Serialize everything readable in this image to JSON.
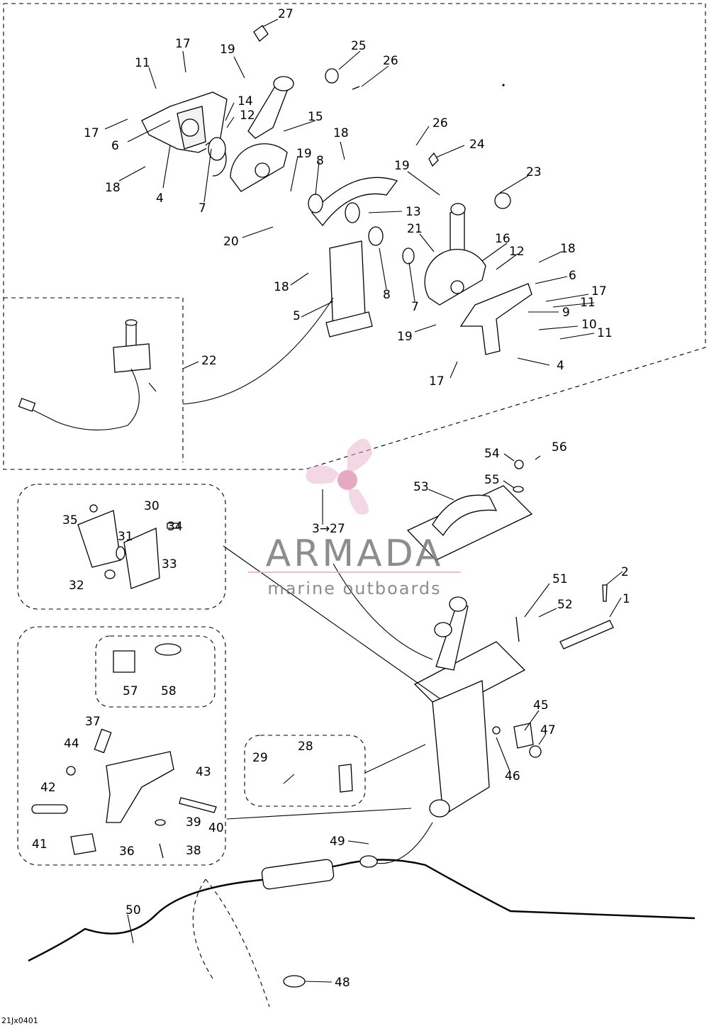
{
  "diagram": {
    "drawing_code": "21Jx0401",
    "part_numbers": [
      "1",
      "2",
      "3",
      "4",
      "5",
      "6",
      "7",
      "8",
      "9",
      "10",
      "11",
      "12",
      "13",
      "14",
      "15",
      "16",
      "17",
      "18",
      "19",
      "20",
      "21",
      "22",
      "23",
      "24",
      "25",
      "26",
      "27",
      "28",
      "29",
      "30",
      "31",
      "32",
      "33",
      "34",
      "35",
      "36",
      "37",
      "38",
      "39",
      "40",
      "41",
      "42",
      "43",
      "44",
      "45",
      "46",
      "47",
      "48",
      "49",
      "50",
      "51",
      "52",
      "53",
      "54",
      "55",
      "56",
      "57",
      "58"
    ],
    "range_label": "3→27"
  },
  "watermark": {
    "brand": "ARMADA",
    "tagline": "marine outboards",
    "logo_color": "#e6b3c9",
    "text_color": "#7a7a7a"
  }
}
